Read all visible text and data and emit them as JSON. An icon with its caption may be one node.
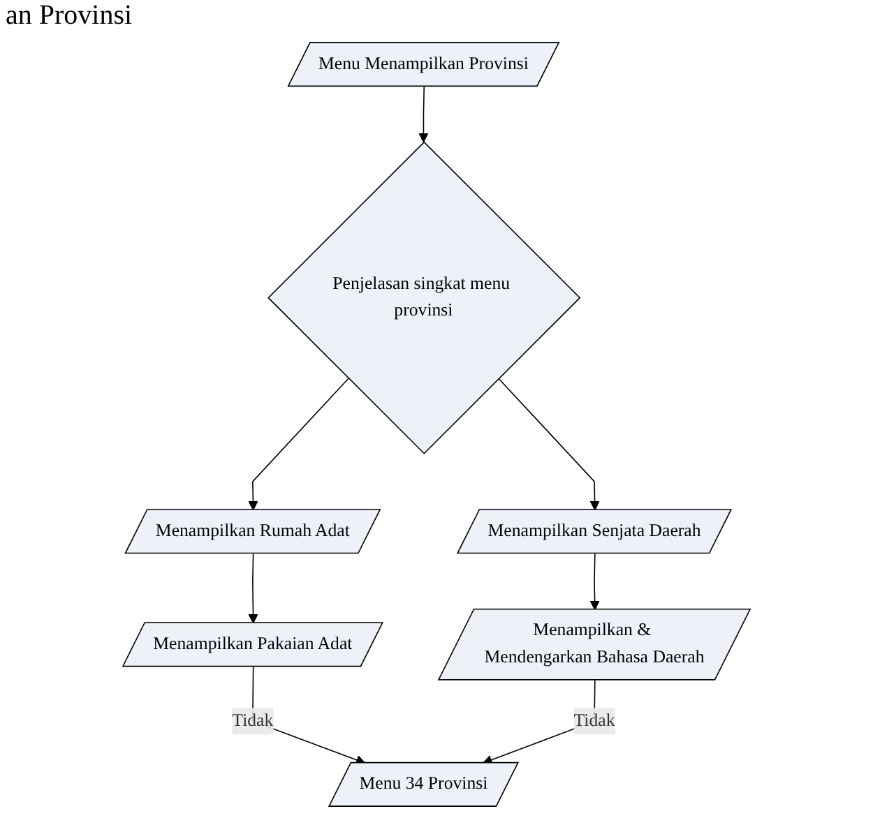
{
  "diagram": {
    "nodes": [
      {
        "text": [
          "Menu Menampilkan Provinsi"
        ]
      },
      {
        "text": [
          "Penjelasan singkat menu provinsi"
        ]
      },
      {
        "text": [
          "Menampilkan Rumah Adat"
        ]
      },
      {
        "text": [
          "Menampilkan Pakaian Adat"
        ]
      },
      {
        "text": [
          "Menampilkan Senjata Daerah"
        ]
      },
      {
        "text": [
          "Menampilkan & Mendengarkan Bahasa Daerah"
        ]
      },
      {
        "text": [
          "Menu 34 Provinsi"
        ]
      }
    ],
    "edges": [
      {
        "from": 0,
        "to": 1,
        "arrow": "to"
      },
      {
        "from": 1,
        "to": 2,
        "arrow": "to"
      },
      {
        "from": 1,
        "to": 4,
        "arrow": "to"
      },
      {
        "from": 2,
        "to": 3,
        "arrow": "to"
      },
      {
        "from": 4,
        "to": 5,
        "arrow": "to"
      },
      {
        "from": 3,
        "to": 6,
        "label": "Tidak",
        "arrow": "to"
      },
      {
        "from": 5,
        "to": 6,
        "label": "Tidak",
        "arrow": "to"
      }
    ],
    "labels": [
      "an Provinsi"
    ]
  }
}
